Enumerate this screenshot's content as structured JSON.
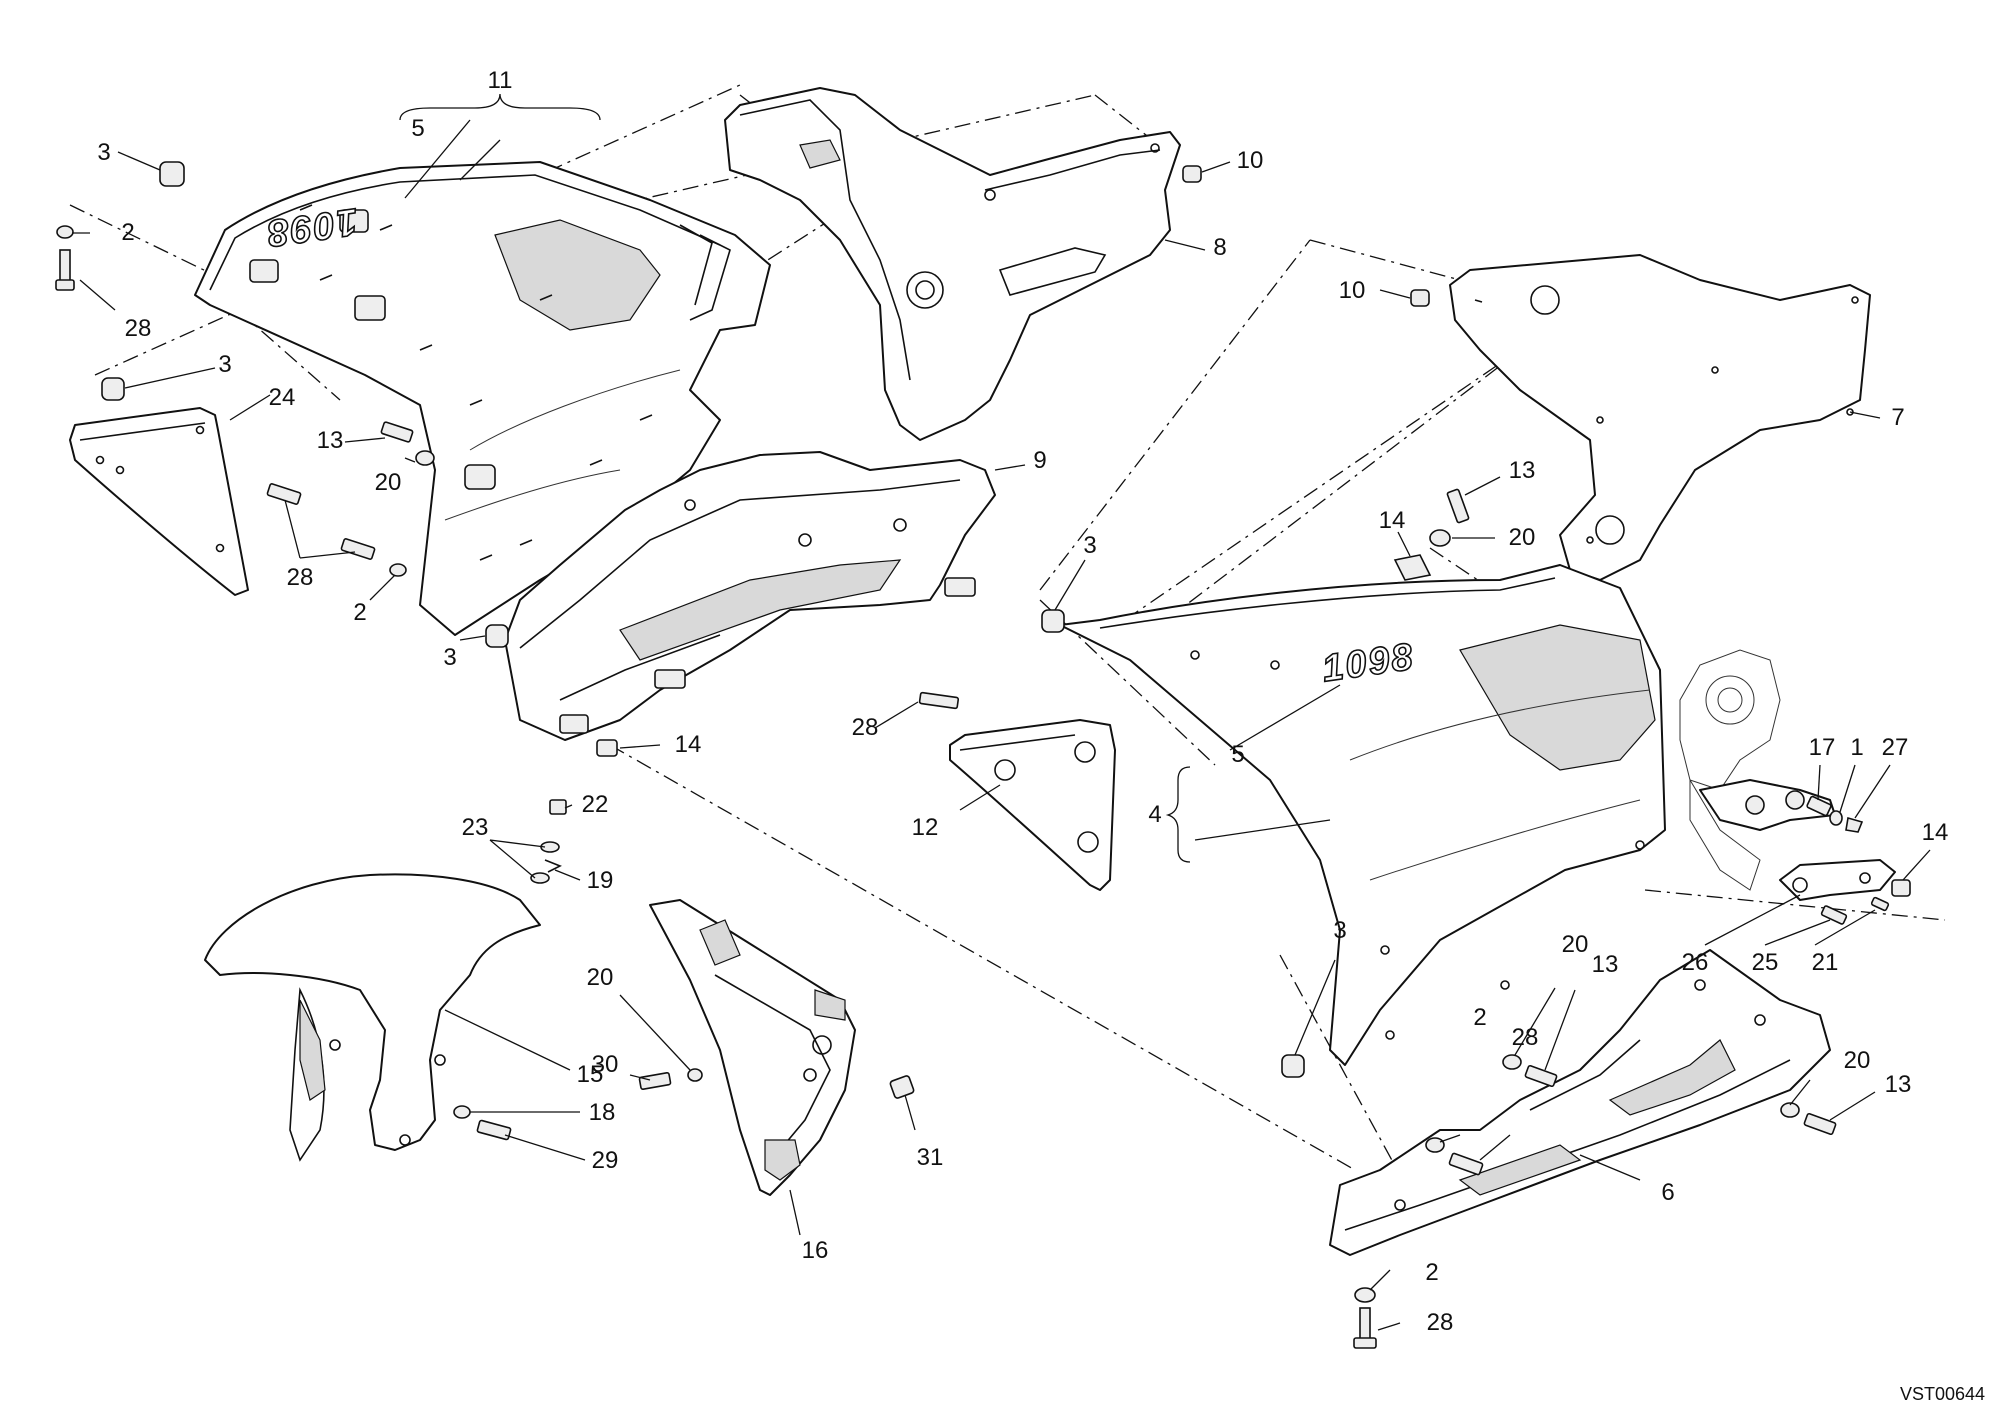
{
  "diagram": {
    "reference_code": "VST00644",
    "fairing_logo_text": "1098",
    "callouts": {
      "c11": "11",
      "c5a": "5",
      "c3a": "3",
      "c2a": "2",
      "c28a": "28",
      "c3b": "3",
      "c24": "24",
      "c13a": "13",
      "c20a": "20",
      "c28b": "28",
      "c2b": "2",
      "c3c": "3",
      "c10a": "10",
      "c8": "8",
      "c9": "9",
      "c14a": "14",
      "c10b": "10",
      "c7": "7",
      "c13b": "13",
      "c14b": "14",
      "c20b": "20",
      "c3d": "3",
      "c28c": "28",
      "c12": "12",
      "c5b": "5",
      "c4": "4",
      "c17": "17",
      "c1": "1",
      "c27": "27",
      "c14c": "14",
      "c26": "26",
      "c25": "25",
      "c21": "21",
      "c23": "23",
      "c22": "22",
      "c19": "19",
      "c20c": "20",
      "c30": "30",
      "c15": "15",
      "c18": "18",
      "c29": "29",
      "c31": "31",
      "c16": "16",
      "c3e": "3",
      "c20d": "20",
      "c13c": "13",
      "c2c": "2",
      "c28d": "28",
      "c20e": "20",
      "c13d": "13",
      "c6": "6",
      "c2d": "2",
      "c28e": "28"
    }
  }
}
